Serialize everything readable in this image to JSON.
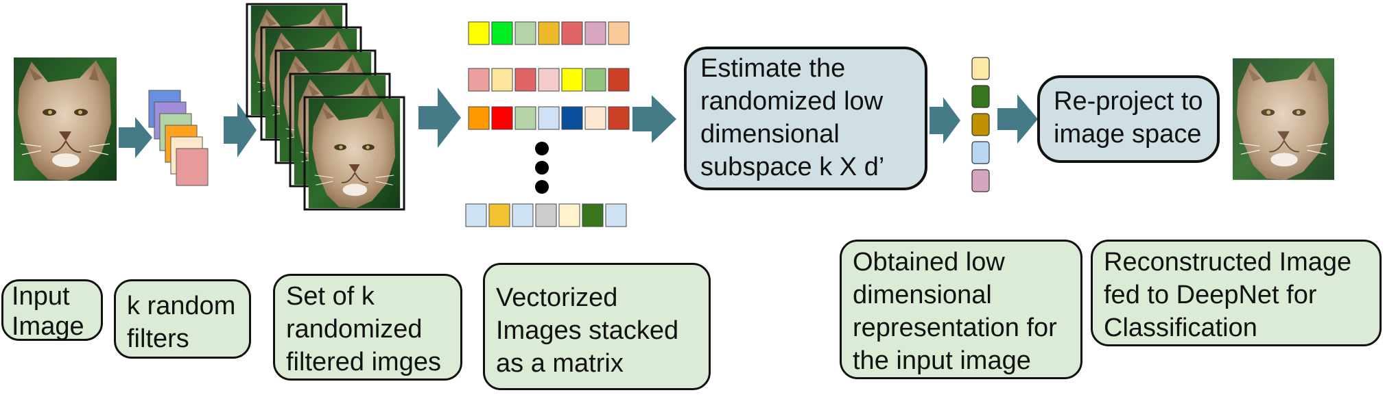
{
  "colors": {
    "arrow": "#457b87",
    "label_box_bg": "#dcebd5",
    "step_box_bg": "#cfdfe4",
    "border": "#111111"
  },
  "pipeline": {
    "input_image": {
      "label": "Input\nImage",
      "picture": "cougar-face-photo"
    },
    "random_filters": {
      "label": "k random\nfilters",
      "filter_colors": [
        "#6b8fe0",
        "#9f8fd8",
        "#b3d4a6",
        "#ffa21e",
        "#fde8c9",
        "#e69a9a"
      ]
    },
    "filtered_images": {
      "label": "Set of k\nrandomized\nfiltered imges",
      "count": 5
    },
    "matrix": {
      "label": "Vectorized\nImages stacked\nas a matrix",
      "rows": [
        [
          "#ffff00",
          "#00ee22",
          "#b3d4a6",
          "#ecba2a",
          "#e06565",
          "#d9a6c2",
          "#fbcb9c"
        ],
        [
          "#eda0a0",
          "#fde59e",
          "#e06565",
          "#f4cccc",
          "#ffff00",
          "#93c47d",
          "#cc4125"
        ],
        [
          "#ff9900",
          "#ff0000",
          "#b3d4a6",
          "#cfe2f3",
          "#0b4f9c",
          "#fde8d4",
          "#cc4125"
        ],
        [
          "#cfe2f3",
          "#f1c232",
          "#cfe2f3",
          "#cccccc",
          "#fff2cc",
          "#38761d",
          "#cfe2f3"
        ]
      ],
      "ellipsis_dots": 3
    },
    "estimate_step": {
      "label": "Estimate the\nrandomized low\ndimensional\nsubspace k X d’"
    },
    "low_dim_vector": {
      "label": "Obtained low\ndimensional\nrepresentation for\nthe input image",
      "colors": [
        "#fde9a6",
        "#38761d",
        "#bf9000",
        "#b9d7f0",
        "#d5a6bd"
      ]
    },
    "reproject_step": {
      "label": "Re-project to\nimage space"
    },
    "reconstructed": {
      "label": "Reconstructed Image\nfed to DeepNet for\nClassification",
      "picture": "reconstructed-cougar-photo"
    }
  }
}
